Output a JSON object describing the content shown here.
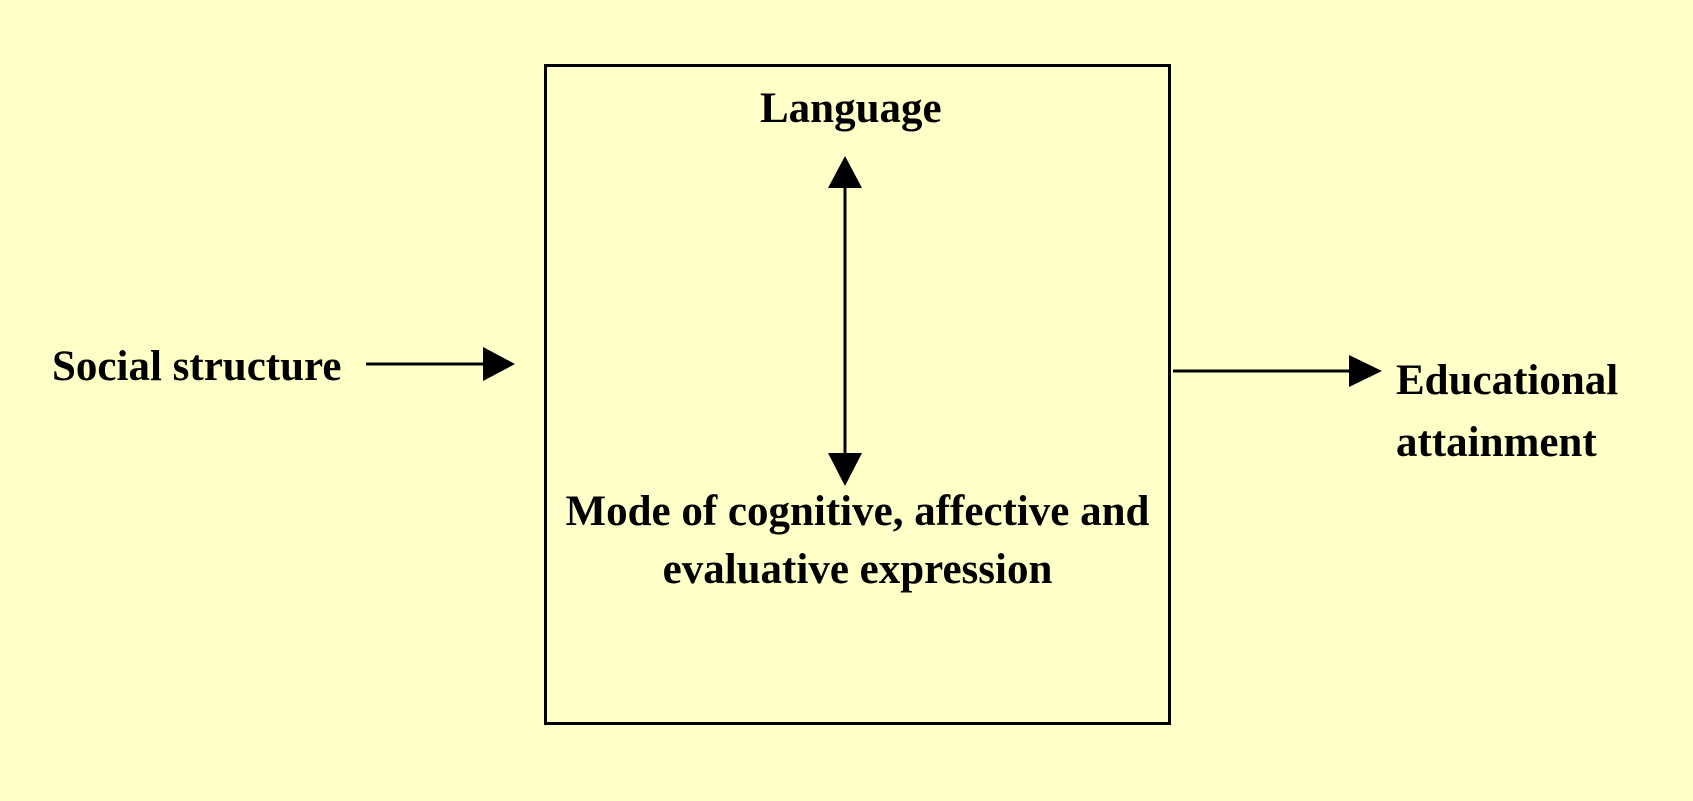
{
  "diagram": {
    "source": "Social structure",
    "box": {
      "top_label": "Language",
      "bottom_label": "Mode of cognitive, affective and evaluative expression"
    },
    "target": {
      "line1": "Educational",
      "line2": "attainment"
    },
    "colors": {
      "background": "#ffffc8",
      "ink": "#000000"
    }
  }
}
